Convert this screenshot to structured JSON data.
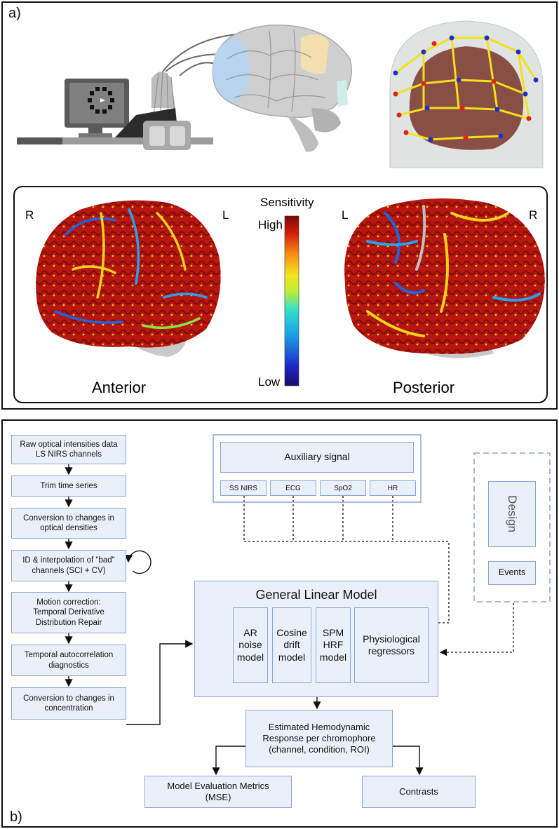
{
  "panel_a": {
    "label": "a)",
    "sensitivity_title": "Sensitivity",
    "scale_high": "High",
    "scale_low": "Low",
    "left_view": {
      "left_side": "R",
      "right_side": "L",
      "caption": "Anterior"
    },
    "right_view": {
      "left_side": "L",
      "right_side": "R",
      "caption": "Posterior"
    },
    "colors": {
      "brain_gray": "#cfcfcf",
      "occipital_blue": "#b8d4ee",
      "parietal_yellow": "#f3dfb0",
      "temporal_teal": "#cfeeea",
      "head_shell": "#dfe3e2",
      "cortex_brown": "#8a4f44",
      "optode_line": "#f4e11a"
    }
  },
  "panel_b": {
    "label": "b)",
    "pipeline": [
      "Raw optical intensities data\nLS NIRS channels",
      "Trim time series",
      "Conversion to changes in\noptical densities",
      "ID & interpolation of \"bad\"\nchannels (SCI + CV)",
      "Motion correction:\nTemporal Derivative\nDistribution Repair",
      "Temporal autocorrelation\ndiagnostics",
      "Conversion to changes in\nconcentration"
    ],
    "auxiliary": {
      "title": "Auxiliary signal",
      "signals": [
        "SS NIRS",
        "ECG",
        "SpO2",
        "HR"
      ]
    },
    "design": {
      "title": "Design",
      "events": "Events"
    },
    "glm": {
      "title": "General Linear Model",
      "components": [
        "AR\nnoise\nmodel",
        "Cosine\ndrift\nmodel",
        "SPM\nHRF\nmodel",
        "Physiological\nregressors"
      ]
    },
    "estimated": "Estimated Hemodynamic\nResponse per chromophore\n(channel, condition, ROI)",
    "outputs": [
      "Model Evaluation Metrics\n(MSE)",
      "Contrasts"
    ],
    "colors": {
      "box_fill": "#eaf0fa",
      "box_border": "#8aa6d6",
      "design_dash": "#8aa6d6"
    }
  }
}
